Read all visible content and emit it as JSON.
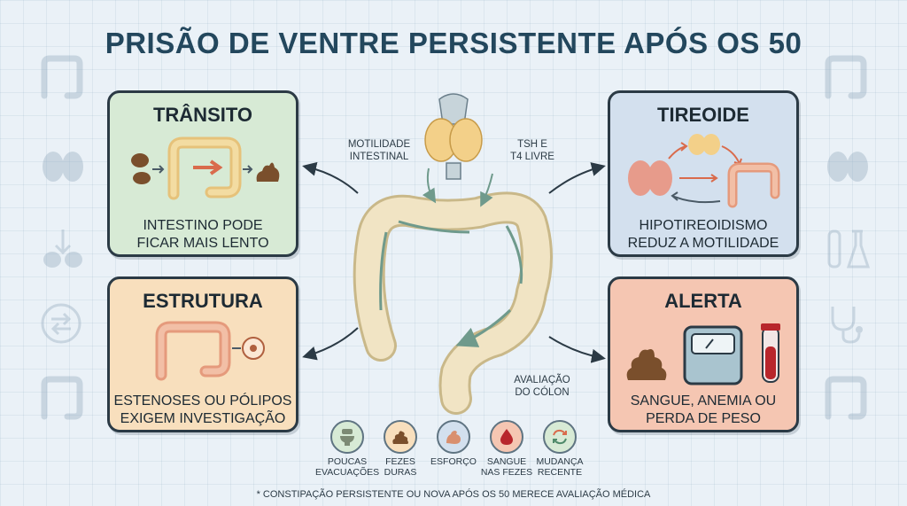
{
  "title": "PRISÃO DE VENTRE PERSISTENTE APÓS OS 50",
  "cards": {
    "transito": {
      "title": "TRÂNSITO",
      "text_line1": "INTESTINO PODE",
      "text_line2": "FICAR MAIS LENTO"
    },
    "estrutura": {
      "title": "ESTRUTURA",
      "text_line1": "ESTENOSES OU PÓLIPOS",
      "text_line2": "EXIGEM INVESTIGAÇÃO"
    },
    "tireoide": {
      "title": "TIREOIDE",
      "text_line1": "HIPOTIREOIDISMO",
      "text_line2": "REDUZ A MOTILIDADE"
    },
    "alerta": {
      "title": "ALERTA",
      "text_line1": "SANGUE, ANEMIA OU",
      "text_line2": "PERDA DE PESO"
    }
  },
  "center_labels": {
    "motilidade_line1": "MOTILIDADE",
    "motilidade_line2": "INTESTINAL",
    "tsh_line1": "TSH E",
    "tsh_line2": "T4 LIVRE",
    "avaliacao_line1": "AVALIAÇÃO",
    "avaliacao_line2": "DO CÓLON"
  },
  "symptoms": [
    {
      "line1": "POUCAS",
      "line2": "EVACUAÇÕES",
      "icon": "toilet-icon",
      "color": "#d7ead5"
    },
    {
      "line1": "FEZES",
      "line2": "DURAS",
      "icon": "stool-icon",
      "color": "#f8dfbd"
    },
    {
      "line1": "ESFORÇO",
      "line2": "",
      "icon": "muscle-icon",
      "color": "#d3e0ee"
    },
    {
      "line1": "SANGUE",
      "line2": "NAS FEZES",
      "icon": "blood-drop-icon",
      "color": "#f5c6b2"
    },
    {
      "line1": "MUDANÇA",
      "line2": "RECENTE",
      "icon": "cycle-arrows-icon",
      "color": "#d7ead5"
    }
  ],
  "footnote": "* CONSTIPAÇÃO PERSISTENTE OU NOVA APÓS OS 50 MERECE AVALIAÇÃO MÉDICA",
  "colors": {
    "title": "#23475d",
    "transito_bg": "#d7ead5",
    "estrutura_bg": "#f8dfbd",
    "tireoide_bg": "#d3e0ee",
    "alerta_bg": "#f5c6b2",
    "colon": "#f1e4c4",
    "flow_arrow": "#6f9a8c"
  }
}
